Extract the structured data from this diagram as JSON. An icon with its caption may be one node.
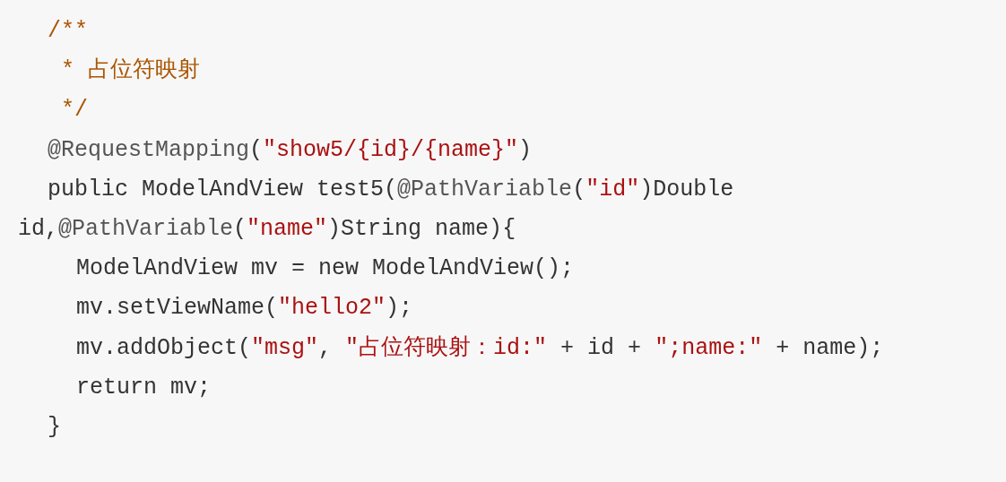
{
  "diagram": {
    "labels": [
      "/**",
      " * 占位符映射",
      " */",
      "@RequestMapping(\"show5/{id}/{name}\")",
      "public ModelAndView test5(@PathVariable(\"id\")Double",
      "id,@PathVariable(\"name\")String name){",
      "ModelAndView mv = new ModelAndView();",
      "mv.setViewName(\"hello2\");",
      "mv.addObject(\"msg\", \"占位符映射：id:\" + id + \";name:\" + name);",
      "return mv;",
      "}"
    ]
  }
}
